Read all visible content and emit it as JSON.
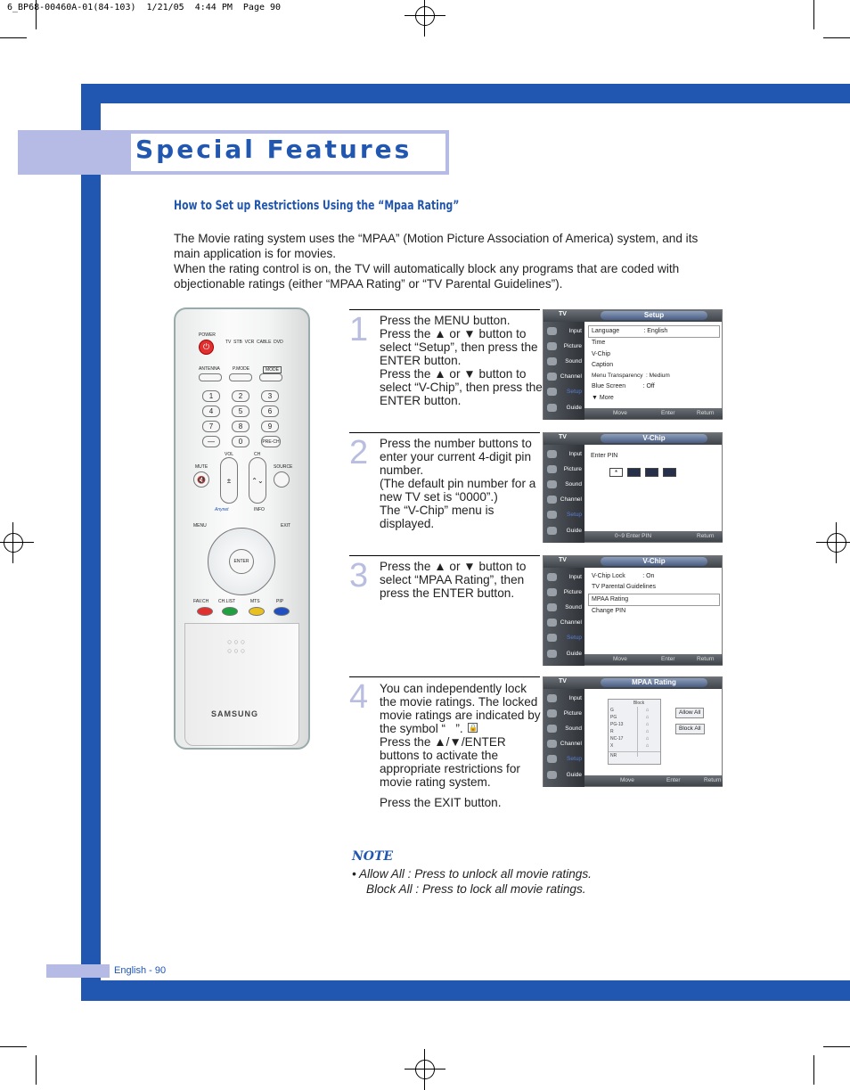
{
  "print_header": "6_BP68-00460A-01(84-103)  1/21/05  4:44 PM  Page 90",
  "page_title": "Special Features",
  "section_heading": "How to Set up Restrictions Using the “Mpaa Rating”",
  "intro": {
    "p1": "The Movie rating system uses the “MPAA” (Motion Picture Association of America) system, and its main application is for movies.",
    "p2": "When the rating control is on, the TV will automatically block any programs that are coded with objectionable ratings (either “MPAA Rating” or “TV Parental Guidelines”)."
  },
  "remote": {
    "power": "POWER",
    "sources": "TV  STB  VCR  CABLE  DVD",
    "antenna": "ANTENNA",
    "pmode": "P.MODE",
    "mode": "MODE",
    "digits": [
      "1",
      "2",
      "3",
      "4",
      "5",
      "6",
      "7",
      "8",
      "9",
      "—",
      "0",
      "PRE-CH"
    ],
    "vol": "VOL",
    "ch": "CH",
    "mute": "MUTE",
    "source": "SOURCE",
    "anynet": "Anynet",
    "info": "INFO",
    "menu": "MENU",
    "exit": "EXIT",
    "enter": "ENTER",
    "color_labels": [
      "FAV.CH",
      "CH.LIST",
      "MTS",
      "PIP"
    ],
    "brand": "SAMSUNG"
  },
  "steps": [
    {
      "num": "1",
      "text": "Press the MENU button.\nPress the ▲ or ▼ button to select “Setup”, then press the ENTER button.\nPress the ▲ or ▼ button to select “V-Chip”, then press the ENTER button."
    },
    {
      "num": "2",
      "text": "Press the number buttons to enter your current 4-digit pin number.\n(The default pin number for a new TV set is “0000”.)\nThe “V-Chip” menu is displayed."
    },
    {
      "num": "3",
      "text": "Press the ▲ or ▼ button to select “MPAA Rating”, then press the ENTER button."
    },
    {
      "num": "4",
      "text": "You can independently lock the movie ratings. The locked movie ratings are indicated by the symbol “   ”.\nPress the ▲/▼/ENTER buttons to activate the appropriate restrictions for movie rating system.",
      "extra": "Press the EXIT button."
    }
  ],
  "osd": {
    "tv_label": "TV",
    "sidebar": [
      "Input",
      "Picture",
      "Sound",
      "Channel",
      "Setup",
      "Guide"
    ],
    "screen1": {
      "title": "Setup",
      "rows": [
        "Language              : English",
        "Time",
        "V-Chip",
        "Caption",
        "Menu Transparency  : Medium",
        "Blue Screen          : Off",
        "▼ More"
      ],
      "footer": [
        "Move",
        "Enter",
        "Return"
      ]
    },
    "screen2": {
      "title": "V-Chip",
      "prompt": "Enter PIN",
      "pin_first": "*",
      "footer_left": "0~9 Enter PIN",
      "footer_right": "Return"
    },
    "screen3": {
      "title": "V-Chip",
      "rows": [
        "V-Chip Lock          : On",
        "TV Parental Guidelines",
        "MPAA Rating",
        "Change PIN"
      ],
      "footer": [
        "Move",
        "Enter",
        "Return"
      ]
    },
    "screen4": {
      "title": "MPAA Rating",
      "col_header": "Block",
      "ratings": [
        "G",
        "PG",
        "PG-13",
        "R",
        "NC-17",
        "X",
        "NR"
      ],
      "allow_all": "Allow All",
      "block_all": "Block All",
      "footer": [
        "Move",
        "Enter",
        "Return"
      ]
    }
  },
  "note": {
    "title": "NOTE",
    "line1": "• Allow All : Press to unlock all movie ratings.",
    "line2": "Block All : Press to lock all movie ratings."
  },
  "footer": "English - 90"
}
